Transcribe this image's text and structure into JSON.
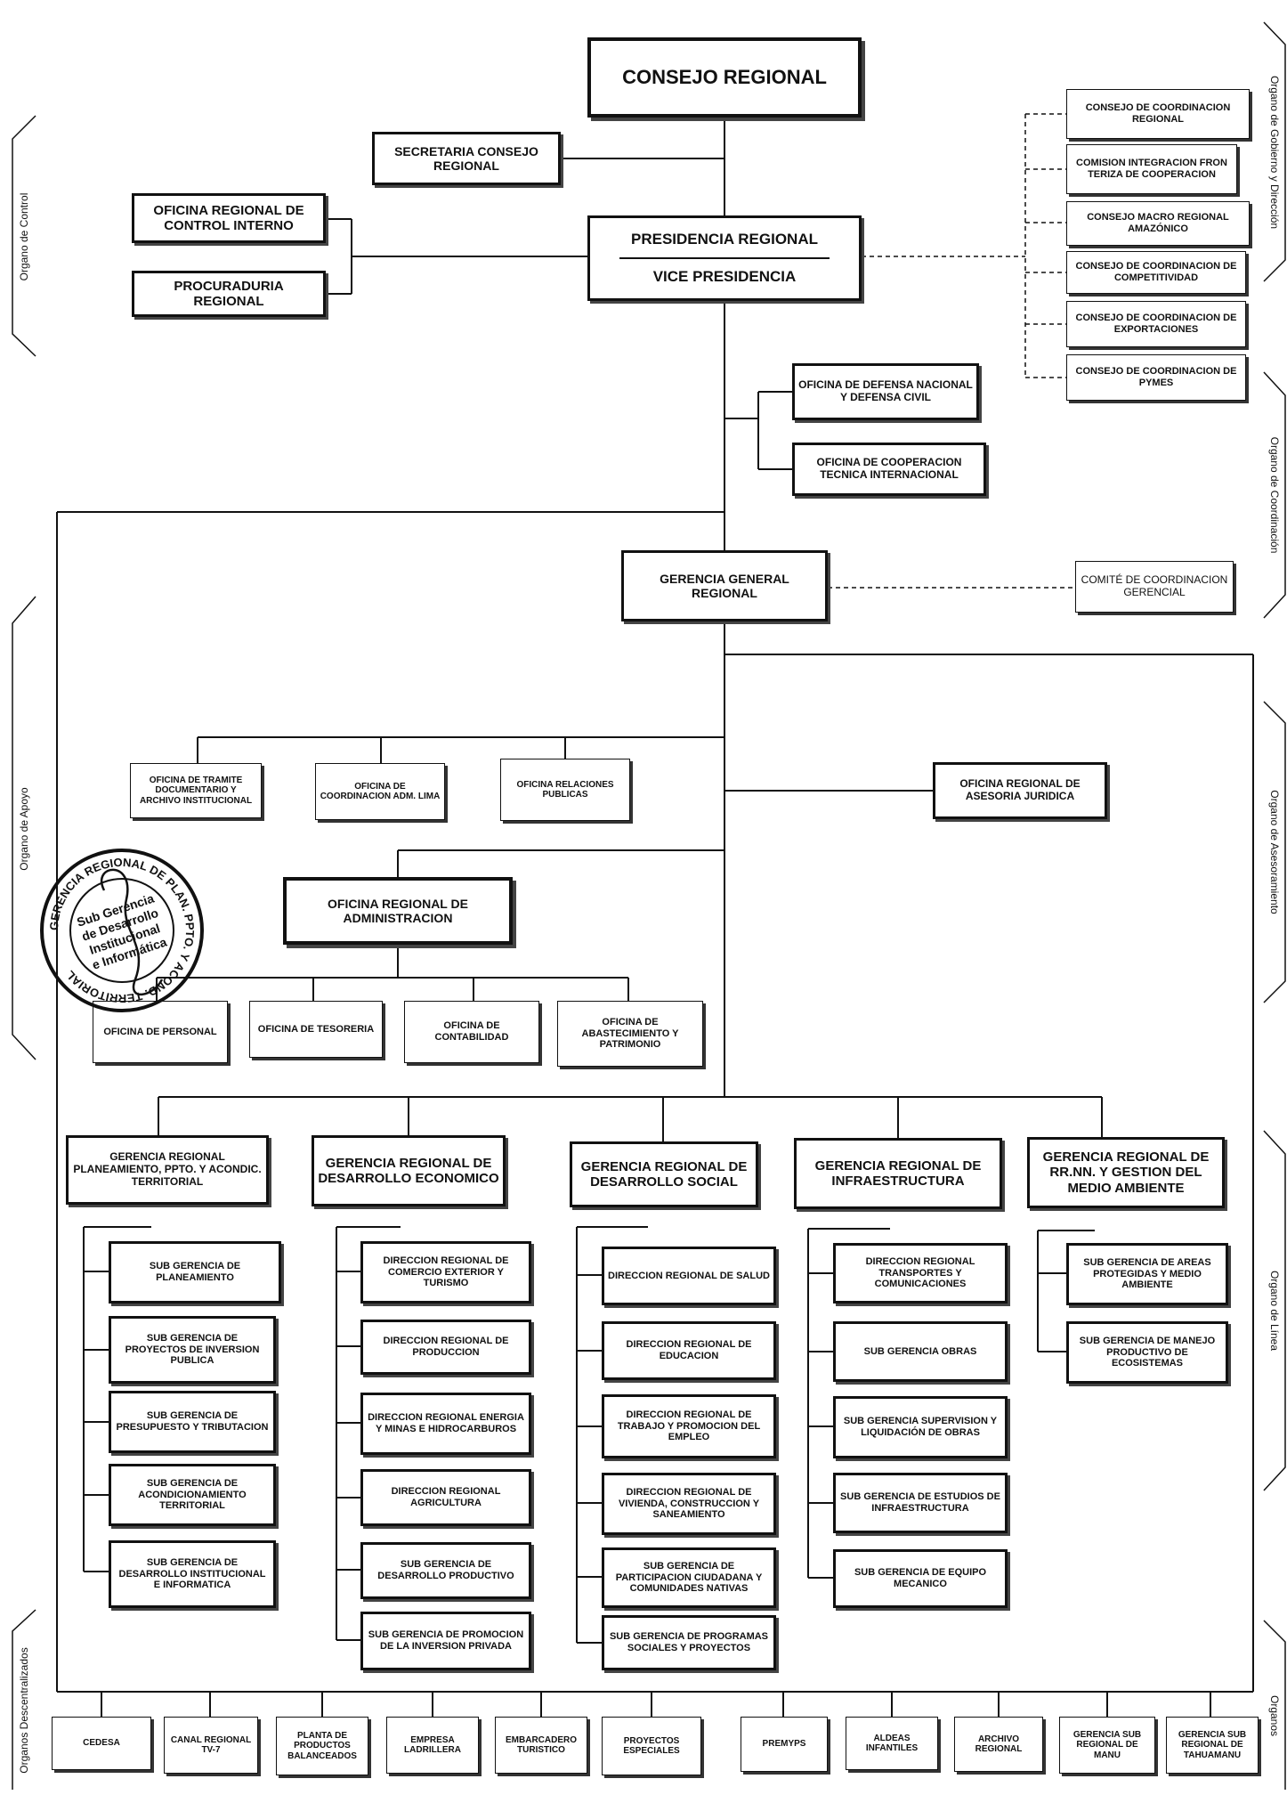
{
  "side_labels": {
    "left": {
      "control": "Organo de Control",
      "apoyo": "Organo de Apoyo",
      "descentralizados": "Organos Descentralizados"
    },
    "right": {
      "gobierno": "Organo de Gobierno y Dirección",
      "coordinacion": "Organo de Coordinación",
      "asesoramiento": "Organo de Asesoramiento",
      "linea": "Organo de Línea",
      "organos": "Organos"
    }
  },
  "top": {
    "consejo_regional": "CONSEJO REGIONAL",
    "secretaria": "SECRETARIA CONSEJO REGIONAL",
    "control_interno": "OFICINA REGIONAL DE CONTROL INTERNO",
    "procuraduria": "PROCURADURIA REGIONAL",
    "presidencia": "PRESIDENCIA REGIONAL",
    "vice_presidencia": "VICE PRESIDENCIA",
    "defensa_nacional": "OFICINA DE DEFENSA NACIONAL Y DEFENSA CIVIL",
    "cooperacion_tecnica": "OFICINA DE COOPERACION TECNICA INTERNACIONAL"
  },
  "coordination": [
    "CONSEJO DE COORDINACION REGIONAL",
    "COMISION INTEGRACION FRON TERIZA DE COOPERACION",
    "CONSEJO MACRO REGIONAL AMAZÓNICO",
    "CONSEJO DE COORDINACION DE COMPETITIVIDAD",
    "CONSEJO DE COORDINACION DE EXPORTACIONES",
    "CONSEJO DE COORDINACION DE PYMES"
  ],
  "gerencia_general": "GERENCIA GENERAL REGIONAL",
  "comite": "COMITÉ DE COORDINACION GERENCIAL",
  "apoyo": {
    "tramite": "OFICINA DE TRAMITE DOCUMENTARIO Y ARCHIVO INSTITUCIONAL",
    "coordinacion_lima": "OFICINA DE COORDINACION ADM. LIMA",
    "relaciones": "OFICINA RELACIONES PUBLICAS",
    "asesoria": "OFICINA REGIONAL DE ASESORIA JURIDICA",
    "administracion": "OFICINA REGIONAL DE ADMINISTRACION",
    "personal": "OFICINA DE PERSONAL",
    "tesoreria": "OFICINA DE TESORERIA",
    "contabilidad": "OFICINA DE CONTABILIDAD",
    "abastecimiento": "OFICINA DE ABASTECIMIENTO Y PATRIMONIO"
  },
  "gerencias": [
    {
      "title": "GERENCIA REGIONAL PLANEAMIENTO, PPTO. Y ACONDIC. TERRITORIAL",
      "children": [
        "SUB GERENCIA DE PLANEAMIENTO",
        "SUB GERENCIA DE PROYECTOS DE INVERSION PUBLICA",
        "SUB GERENCIA DE PRESUPUESTO Y TRIBUTACION",
        "SUB GERENCIA DE ACONDICIONAMIENTO TERRITORIAL",
        "SUB GERENCIA DE DESARROLLO INSTITUCIONAL E INFORMATICA"
      ]
    },
    {
      "title": "GERENCIA REGIONAL DE DESARROLLO ECONOMICO",
      "children": [
        "DIRECCION REGIONAL DE COMERCIO EXTERIOR Y TURISMO",
        "DIRECCION REGIONAL DE PRODUCCION",
        "DIRECCION REGIONAL ENERGIA Y MINAS E HIDROCARBUROS",
        "DIRECCION REGIONAL AGRICULTURA",
        "SUB GERENCIA DE DESARROLLO PRODUCTIVO",
        "SUB GERENCIA DE PROMOCION DE LA INVERSION PRIVADA"
      ]
    },
    {
      "title": "GERENCIA REGIONAL DE DESARROLLO SOCIAL",
      "children": [
        "DIRECCION REGIONAL DE SALUD",
        "DIRECCION REGIONAL DE EDUCACION",
        "DIRECCION REGIONAL DE TRABAJO Y PROMOCION DEL EMPLEO",
        "DIRECCION REGIONAL DE VIVIENDA, CONSTRUCCION Y SANEAMIENTO",
        "SUB GERENCIA DE PARTICIPACION CIUDADANA Y COMUNIDADES NATIVAS",
        "SUB GERENCIA DE PROGRAMAS SOCIALES Y PROYECTOS"
      ]
    },
    {
      "title": "GERENCIA REGIONAL DE INFRAESTRUCTURA",
      "children": [
        "DIRECCION REGIONAL TRANSPORTES Y COMUNICACIONES",
        "SUB GERENCIA OBRAS",
        "SUB GERENCIA SUPERVISION Y LIQUIDACIÓN DE OBRAS",
        "SUB GERENCIA DE ESTUDIOS DE INFRAESTRUCTURA",
        "SUB GERENCIA DE EQUIPO MECANICO"
      ]
    },
    {
      "title": "GERENCIA REGIONAL DE RR.NN. Y GESTION DEL MEDIO AMBIENTE",
      "children": [
        "SUB GERENCIA DE AREAS PROTEGIDAS Y MEDIO AMBIENTE",
        "SUB GERENCIA DE MANEJO PRODUCTIVO DE ECOSISTEMAS"
      ]
    }
  ],
  "descentralizados": [
    "CEDESA",
    "CANAL REGIONAL TV-7",
    "PLANTA DE PRODUCTOS BALANCEADOS",
    "EMPRESA LADRILLERA",
    "EMBARCADERO TURISTICO",
    "PROYECTOS ESPECIALES",
    "PREMYPS",
    "ALDEAS INFANTILES",
    "ARCHIVO REGIONAL",
    "GERENCIA SUB REGIONAL DE MANU",
    "GERENCIA SUB REGIONAL DE TAHUAMANU"
  ],
  "stamp": {
    "ring_text": "GERENCIA REGIONAL DE PLAN. PPTO. Y ACOND. TERRITORIAL",
    "center": [
      "Sub Gerencia",
      "de Desarrollo",
      "Institucional",
      "e Informática"
    ]
  }
}
